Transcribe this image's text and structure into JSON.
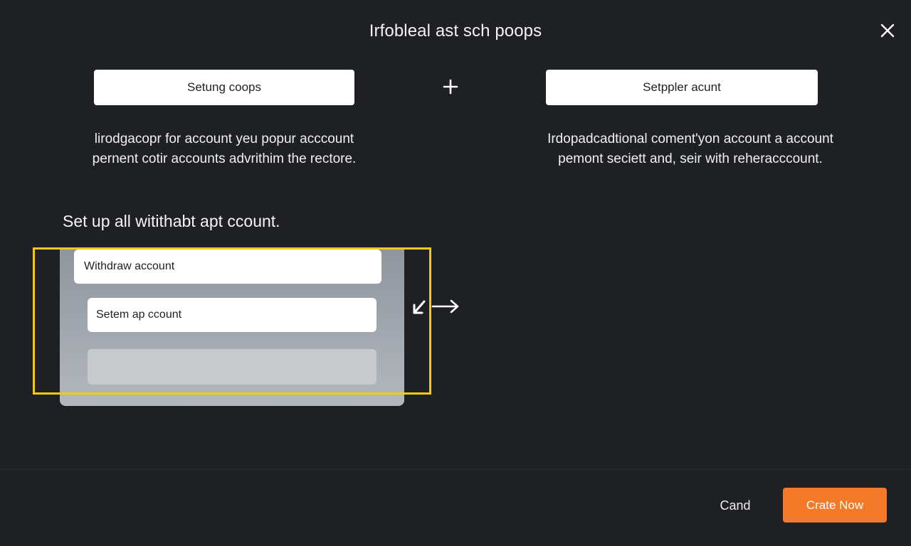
{
  "dialog": {
    "title": "Irfobleal ast sch poops"
  },
  "options": {
    "left": {
      "label": "Setung coops",
      "description_line1": "lirodgacopr for account yeu popur acccount",
      "description_line2": "pernent cotir accounts advrithim the rectore."
    },
    "right": {
      "label": "Setppler acunt",
      "description_line1": "Irdopadcadtional coment'yon account a account",
      "description_line2": "pemont seciett and, seir with reheracccount."
    }
  },
  "setup": {
    "label": "Set up all witithabt apt ccount.",
    "field1": "Withdraw account",
    "field2": "Setem ap ccount",
    "field3": ""
  },
  "footer": {
    "cancel_label": "Cand",
    "create_label": "Crate Now"
  },
  "colors": {
    "background": "#1e2023",
    "accent": "#f47a2a",
    "highlight": "#f2c81a",
    "panel": "#a2a8af"
  },
  "icons": {
    "close": "close-icon",
    "plus": "plus-icon",
    "resize": "resize-arrows-icon"
  }
}
